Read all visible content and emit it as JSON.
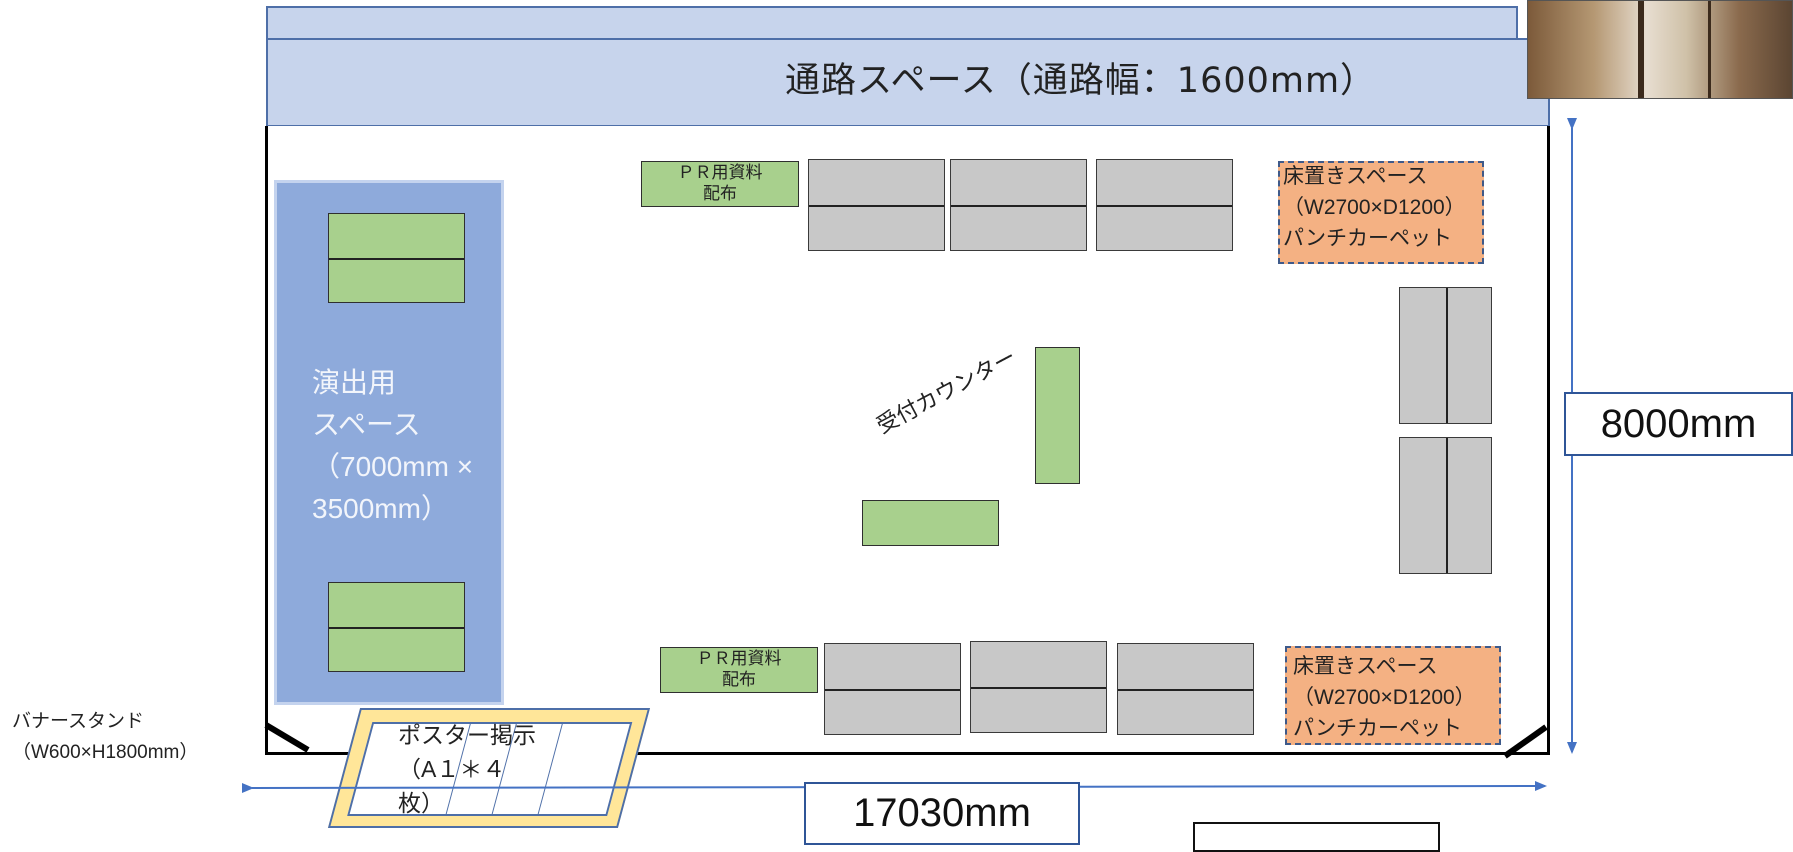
{
  "aisle": {
    "label": "通路スペース（通路幅：1600mm）"
  },
  "stage": {
    "label": "演出用\nスペース\n（7000mm ×\n3500mm）"
  },
  "pr_top": {
    "label": "ＰＲ用資料\n配布"
  },
  "pr_bottom": {
    "label": "ＰＲ用資料\n配布"
  },
  "floor_space_top": {
    "label": "床置きスペース\n（W2700×D1200）\nパンチカーペット"
  },
  "floor_space_bottom": {
    "label": "床置きスペース\n（W2700×D1200）\nパンチカーペット"
  },
  "reception": {
    "label": "受付カウンター"
  },
  "poster": {
    "label": "ポスター掲示\n（A１＊４\n枚）"
  },
  "banner": {
    "label": "バナースタンド\n（W600×H1800mm）"
  },
  "dimensions": {
    "height": "8000mm",
    "width": "17030mm"
  },
  "colors": {
    "aisle": "#c7d4ec",
    "stage": "#8eaadb",
    "table_green": "#a8d08d",
    "table_gray": "#c8c8c8",
    "floor_space": "#f4b183",
    "poster": "#ffe699",
    "arrow": "#4472c4"
  }
}
